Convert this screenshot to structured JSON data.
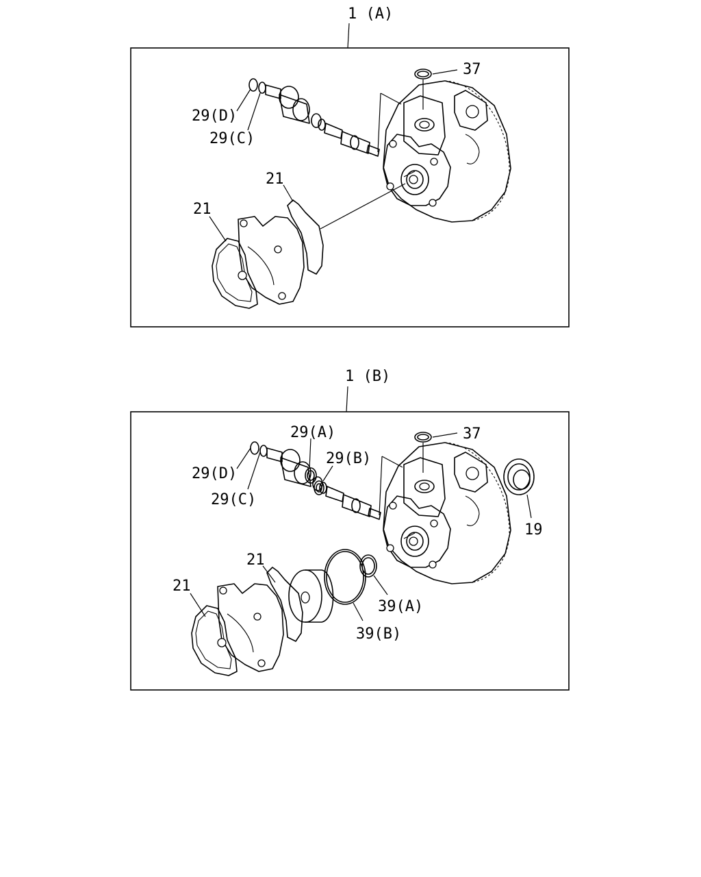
{
  "panel_a": {
    "title": "1 (A)",
    "labels": {
      "ring_37": "37",
      "seal_29d": "29(D)",
      "seal_29c": "29(C)",
      "gasket_21_right": "21",
      "gasket_21_left": "21"
    }
  },
  "panel_b": {
    "title": "1 (B)",
    "labels": {
      "seal_29a": "29(A)",
      "ring_37": "37",
      "seal_29b": "29(B)",
      "seal_29d": "29(D)",
      "seal_29c": "29(C)",
      "oil_seal_19": "19",
      "gasket_21_right": "21",
      "gasket_21_left": "21",
      "oring_39a": "39(A)",
      "oring_39b": "39(B)"
    }
  }
}
